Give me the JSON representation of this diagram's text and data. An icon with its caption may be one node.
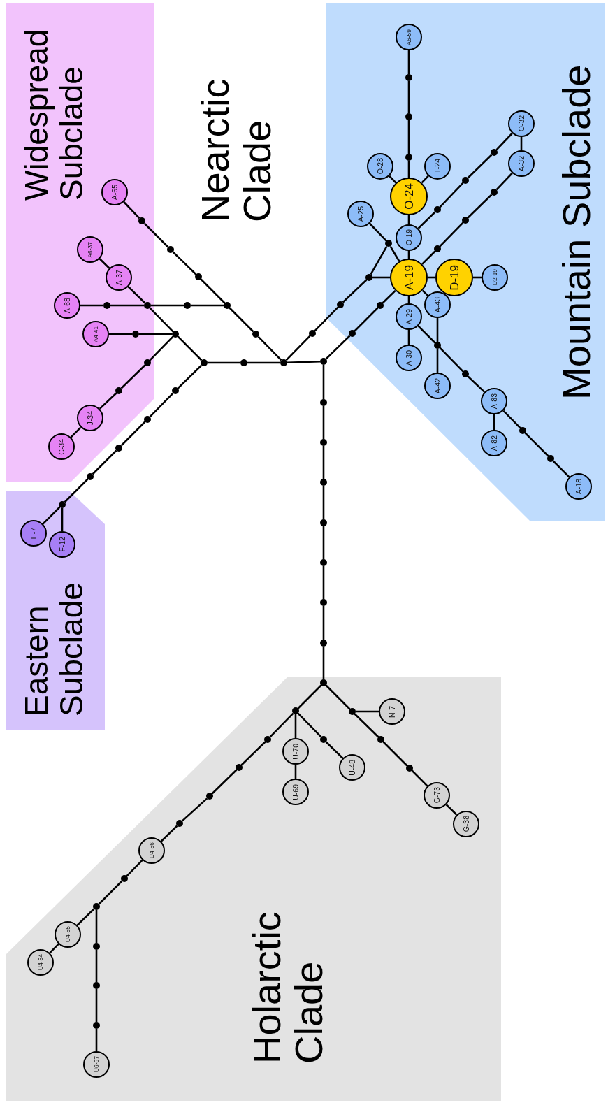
{
  "diagram": {
    "nodes": [
      {
        "text": [
          "Widespread Subclade"
        ]
      },
      {
        "text": [
          "A-65"
        ],
        "in": 0
      },
      {
        "text": [
          "A6-37"
        ],
        "in": 0
      },
      {
        "text": [
          "A-37"
        ],
        "in": 0
      },
      {
        "text": [
          "A-68"
        ],
        "in": 0
      },
      {
        "text": [
          "A4-41"
        ],
        "in": 0
      },
      {
        "text": [
          "J-34"
        ],
        "in": 0
      },
      {
        "text": [
          "C-34"
        ],
        "in": 0
      },
      {
        "text": [],
        "shape": "circle",
        "in": 0
      },
      {
        "text": [],
        "shape": "circle",
        "in": 0
      },
      {
        "text": [],
        "shape": "circle",
        "in": 0
      },
      {
        "text": [],
        "shape": "circle",
        "in": 0
      },
      {
        "text": [],
        "shape": "circle",
        "in": 0
      },
      {
        "text": [],
        "shape": "circle",
        "in": 0
      },
      {
        "text": [],
        "shape": "circle"
      },
      {
        "text": [],
        "shape": "circle"
      },
      {
        "text": [],
        "shape": "circle"
      },
      {
        "text": [],
        "shape": "circle"
      },
      {
        "text": [],
        "shape": "circle"
      },
      {
        "text": [],
        "shape": "circle"
      },
      {
        "text": [],
        "shape": "circle"
      },
      {
        "text": [],
        "shape": "circle"
      },
      {
        "text": [],
        "shape": "circle"
      },
      {
        "text": [],
        "shape": "circle"
      },
      {
        "text": [],
        "shape": "circle"
      },
      {
        "text": [],
        "shape": "circle"
      },
      {
        "text": [],
        "shape": "circle"
      },
      {
        "text": [
          "Eastern Subclade"
        ]
      },
      {
        "text": [],
        "shape": "circle",
        "in": 27
      },
      {
        "text": [
          "E-7"
        ],
        "in": 27
      },
      {
        "text": [
          "F-12"
        ],
        "in": 27
      },
      {
        "text": [
          "Mountain Subclade"
        ]
      },
      {
        "text": [
          "A6-59"
        ],
        "in": 31
      },
      {
        "text": [],
        "shape": "circle",
        "in": 31
      },
      {
        "text": [],
        "shape": "circle",
        "in": 31
      },
      {
        "text": [],
        "shape": "circle",
        "in": 31
      },
      {
        "text": [
          "O-24"
        ],
        "in": 31
      },
      {
        "text": [
          "O-28"
        ],
        "in": 31
      },
      {
        "text": [
          "T-24"
        ],
        "in": 31
      },
      {
        "text": [
          "O-19"
        ],
        "in": 31
      },
      {
        "text": [
          "O-32"
        ],
        "in": 31
      },
      {
        "text": [
          "A-32"
        ],
        "in": 31
      },
      {
        "text": [],
        "shape": "circle",
        "in": 31
      },
      {
        "text": [],
        "shape": "circle",
        "in": 31
      },
      {
        "text": [],
        "shape": "circle",
        "in": 31
      },
      {
        "text": [],
        "shape": "circle",
        "in": 31
      },
      {
        "text": [],
        "shape": "circle",
        "in": 31
      },
      {
        "text": [],
        "shape": "circle",
        "in": 31
      },
      {
        "text": [
          "A-25"
        ],
        "in": 31
      },
      {
        "text": [],
        "shape": "circle",
        "in": 31
      },
      {
        "text": [],
        "shape": "circle",
        "in": 31
      },
      {
        "text": [
          "A-19"
        ],
        "in": 31
      },
      {
        "text": [
          "D-19"
        ],
        "in": 31
      },
      {
        "text": [
          "D2-19"
        ],
        "in": 31
      },
      {
        "text": [],
        "shape": "circle",
        "in": 31
      },
      {
        "text": [],
        "shape": "circle",
        "in": 31
      },
      {
        "text": [],
        "shape": "circle",
        "in": 31
      },
      {
        "text": [
          "A-43"
        ],
        "in": 31
      },
      {
        "text": [
          "A-29"
        ],
        "in": 31
      },
      {
        "text": [
          "A-30"
        ],
        "in": 31
      },
      {
        "text": [],
        "shape": "circle",
        "in": 31
      },
      {
        "text": [
          "A-42"
        ],
        "in": 31
      },
      {
        "text": [],
        "shape": "circle",
        "in": 31
      },
      {
        "text": [
          "A-83"
        ],
        "in": 31
      },
      {
        "text": [
          "A-82"
        ],
        "in": 31
      },
      {
        "text": [],
        "shape": "circle",
        "in": 31
      },
      {
        "text": [],
        "shape": "circle",
        "in": 31
      },
      {
        "text": [
          "A-18"
        ],
        "in": 31
      },
      {
        "text": [],
        "shape": "circle"
      },
      {
        "text": [],
        "shape": "circle"
      },
      {
        "text": [],
        "shape": "circle"
      },
      {
        "text": [],
        "shape": "circle"
      },
      {
        "text": [],
        "shape": "circle"
      },
      {
        "text": [],
        "shape": "circle"
      },
      {
        "text": [],
        "shape": "circle"
      },
      {
        "text": [],
        "shape": "circle"
      },
      {
        "text": [],
        "shape": "circle"
      },
      {
        "text": [
          "Holarctic Clade"
        ]
      },
      {
        "text": [],
        "shape": "circle",
        "in": 77
      },
      {
        "text": [],
        "shape": "circle",
        "in": 77
      },
      {
        "text": [],
        "shape": "circle",
        "in": 77
      },
      {
        "text": [
          "N-7"
        ],
        "in": 77
      },
      {
        "text": [],
        "shape": "circle",
        "in": 77
      },
      {
        "text": [],
        "shape": "circle",
        "in": 77
      },
      {
        "text": [
          "G-73"
        ],
        "in": 77
      },
      {
        "text": [
          "G-38"
        ],
        "in": 77
      },
      {
        "text": [
          "U-70"
        ],
        "in": 77
      },
      {
        "text": [
          "U-69"
        ],
        "in": 77
      },
      {
        "text": [],
        "shape": "circle",
        "in": 77
      },
      {
        "text": [
          "U-48"
        ],
        "in": 77
      },
      {
        "text": [],
        "shape": "circle",
        "in": 77
      },
      {
        "text": [],
        "shape": "circle",
        "in": 77
      },
      {
        "text": [],
        "shape": "circle",
        "in": 77
      },
      {
        "text": [],
        "shape": "circle",
        "in": 77
      },
      {
        "text": [
          "U4-56"
        ],
        "in": 77
      },
      {
        "text": [],
        "shape": "circle",
        "in": 77
      },
      {
        "text": [],
        "shape": "circle",
        "in": 77
      },
      {
        "text": [
          "U4-55"
        ],
        "in": 77
      },
      {
        "text": [
          "U4-54"
        ],
        "in": 77
      },
      {
        "text": [],
        "shape": "circle",
        "in": 77
      },
      {
        "text": [],
        "shape": "circle",
        "in": 77
      },
      {
        "text": [],
        "shape": "circle",
        "in": 77
      },
      {
        "text": [
          "U6-57"
        ],
        "in": 77
      }
    ],
    "edges": [
      {
        "from": 1,
        "to": 8,
        "arrow": "none"
      },
      {
        "from": 8,
        "to": 14,
        "arrow": "none"
      },
      {
        "from": 14,
        "to": 15,
        "arrow": "none"
      },
      {
        "from": 15,
        "to": 16,
        "arrow": "none"
      },
      {
        "from": 16,
        "to": 19,
        "arrow": "none"
      },
      {
        "from": 19,
        "to": 20,
        "arrow": "none"
      },
      {
        "from": 4,
        "to": 9,
        "arrow": "none"
      },
      {
        "from": 9,
        "to": 10,
        "arrow": "none"
      },
      {
        "from": 10,
        "to": 17,
        "arrow": "none"
      },
      {
        "from": 17,
        "to": 16,
        "arrow": "none"
      },
      {
        "from": 2,
        "to": 3,
        "arrow": "none"
      },
      {
        "from": 3,
        "to": 10,
        "arrow": "none"
      },
      {
        "from": 10,
        "to": 18,
        "arrow": "none"
      },
      {
        "from": 5,
        "to": 11,
        "arrow": "none"
      },
      {
        "from": 11,
        "to": 18,
        "arrow": "none"
      },
      {
        "from": 18,
        "to": 21,
        "arrow": "none"
      },
      {
        "from": 18,
        "to": 12,
        "arrow": "none"
      },
      {
        "from": 12,
        "to": 13,
        "arrow": "none"
      },
      {
        "from": 13,
        "to": 6,
        "arrow": "none"
      },
      {
        "from": 6,
        "to": 7,
        "arrow": "none"
      },
      {
        "from": 21,
        "to": 22,
        "arrow": "none"
      },
      {
        "from": 22,
        "to": 20,
        "arrow": "none"
      },
      {
        "from": 21,
        "to": 23,
        "arrow": "none"
      },
      {
        "from": 23,
        "to": 24,
        "arrow": "none"
      },
      {
        "from": 24,
        "to": 25,
        "arrow": "none"
      },
      {
        "from": 25,
        "to": 26,
        "arrow": "none"
      },
      {
        "from": 26,
        "to": 28,
        "arrow": "none"
      },
      {
        "from": 28,
        "to": 29,
        "arrow": "none"
      },
      {
        "from": 28,
        "to": 30,
        "arrow": "none"
      },
      {
        "from": 20,
        "to": 68,
        "arrow": "none"
      },
      {
        "from": 68,
        "to": 54,
        "arrow": "none"
      },
      {
        "from": 54,
        "to": 50,
        "arrow": "none"
      },
      {
        "from": 50,
        "to": 51,
        "arrow": "none"
      },
      {
        "from": 50,
        "to": 49,
        "arrow": "none"
      },
      {
        "from": 49,
        "to": 48,
        "arrow": "none"
      },
      {
        "from": 49,
        "to": 51,
        "arrow": "none"
      },
      {
        "from": 20,
        "to": 69,
        "arrow": "none"
      },
      {
        "from": 69,
        "to": 56,
        "arrow": "none"
      },
      {
        "from": 56,
        "to": 55,
        "arrow": "none"
      },
      {
        "from": 55,
        "to": 51,
        "arrow": "none"
      },
      {
        "from": 51,
        "to": 47,
        "arrow": "none"
      },
      {
        "from": 47,
        "to": 46,
        "arrow": "none"
      },
      {
        "from": 46,
        "to": 45,
        "arrow": "none"
      },
      {
        "from": 45,
        "to": 41,
        "arrow": "none"
      },
      {
        "from": 41,
        "to": 40,
        "arrow": "none"
      },
      {
        "from": 51,
        "to": 39,
        "arrow": "none"
      },
      {
        "from": 39,
        "to": 44,
        "arrow": "none"
      },
      {
        "from": 44,
        "to": 43,
        "arrow": "none"
      },
      {
        "from": 43,
        "to": 42,
        "arrow": "none"
      },
      {
        "from": 42,
        "to": 40,
        "arrow": "none"
      },
      {
        "from": 39,
        "to": 36,
        "arrow": "none"
      },
      {
        "from": 36,
        "to": 35,
        "arrow": "none"
      },
      {
        "from": 35,
        "to": 34,
        "arrow": "none"
      },
      {
        "from": 34,
        "to": 33,
        "arrow": "none"
      },
      {
        "from": 33,
        "to": 32,
        "arrow": "none"
      },
      {
        "from": 36,
        "to": 37,
        "arrow": "none"
      },
      {
        "from": 36,
        "to": 38,
        "arrow": "none"
      },
      {
        "from": 51,
        "to": 52,
        "arrow": "none"
      },
      {
        "from": 52,
        "to": 53,
        "arrow": "none"
      },
      {
        "from": 51,
        "to": 57,
        "arrow": "none"
      },
      {
        "from": 51,
        "to": 58,
        "arrow": "none"
      },
      {
        "from": 58,
        "to": 59,
        "arrow": "none"
      },
      {
        "from": 57,
        "to": 60,
        "arrow": "none"
      },
      {
        "from": 60,
        "to": 61,
        "arrow": "none"
      },
      {
        "from": 58,
        "to": 60,
        "arrow": "none"
      },
      {
        "from": 60,
        "to": 62,
        "arrow": "none"
      },
      {
        "from": 62,
        "to": 63,
        "arrow": "none"
      },
      {
        "from": 63,
        "to": 64,
        "arrow": "none"
      },
      {
        "from": 63,
        "to": 65,
        "arrow": "none"
      },
      {
        "from": 65,
        "to": 66,
        "arrow": "none"
      },
      {
        "from": 66,
        "to": 67,
        "arrow": "none"
      },
      {
        "from": 69,
        "to": 70,
        "arrow": "none"
      },
      {
        "from": 70,
        "to": 71,
        "arrow": "none"
      },
      {
        "from": 71,
        "to": 72,
        "arrow": "none"
      },
      {
        "from": 72,
        "to": 73,
        "arrow": "none"
      },
      {
        "from": 73,
        "to": 74,
        "arrow": "none"
      },
      {
        "from": 74,
        "to": 75,
        "arrow": "none"
      },
      {
        "from": 75,
        "to": 76,
        "arrow": "none"
      },
      {
        "from": 76,
        "to": 78,
        "arrow": "none"
      },
      {
        "from": 78,
        "to": 79,
        "arrow": "none"
      },
      {
        "from": 78,
        "to": 80,
        "arrow": "none"
      },
      {
        "from": 80,
        "to": 81,
        "arrow": "none"
      },
      {
        "from": 80,
        "to": 82,
        "arrow": "none"
      },
      {
        "from": 82,
        "to": 83,
        "arrow": "none"
      },
      {
        "from": 83,
        "to": 84,
        "arrow": "none"
      },
      {
        "from": 84,
        "to": 85,
        "arrow": "none"
      },
      {
        "from": 79,
        "to": 86,
        "arrow": "none"
      },
      {
        "from": 86,
        "to": 87,
        "arrow": "none"
      },
      {
        "from": 79,
        "to": 88,
        "arrow": "none"
      },
      {
        "from": 88,
        "to": 89,
        "arrow": "none"
      },
      {
        "from": 79,
        "to": 90,
        "arrow": "none"
      },
      {
        "from": 90,
        "to": 91,
        "arrow": "none"
      },
      {
        "from": 91,
        "to": 92,
        "arrow": "none"
      },
      {
        "from": 92,
        "to": 93,
        "arrow": "none"
      },
      {
        "from": 93,
        "to": 94,
        "arrow": "none"
      },
      {
        "from": 94,
        "to": 95,
        "arrow": "none"
      },
      {
        "from": 95,
        "to": 96,
        "arrow": "none"
      },
      {
        "from": 96,
        "to": 97,
        "arrow": "none"
      },
      {
        "from": 97,
        "to": 98,
        "arrow": "none"
      },
      {
        "from": 96,
        "to": 99,
        "arrow": "none"
      },
      {
        "from": 99,
        "to": 100,
        "arrow": "none"
      },
      {
        "from": 100,
        "to": 101,
        "arrow": "none"
      },
      {
        "from": 101,
        "to": 102,
        "arrow": "none"
      }
    ],
    "labels": [
      "Nearctic Clade"
    ]
  }
}
